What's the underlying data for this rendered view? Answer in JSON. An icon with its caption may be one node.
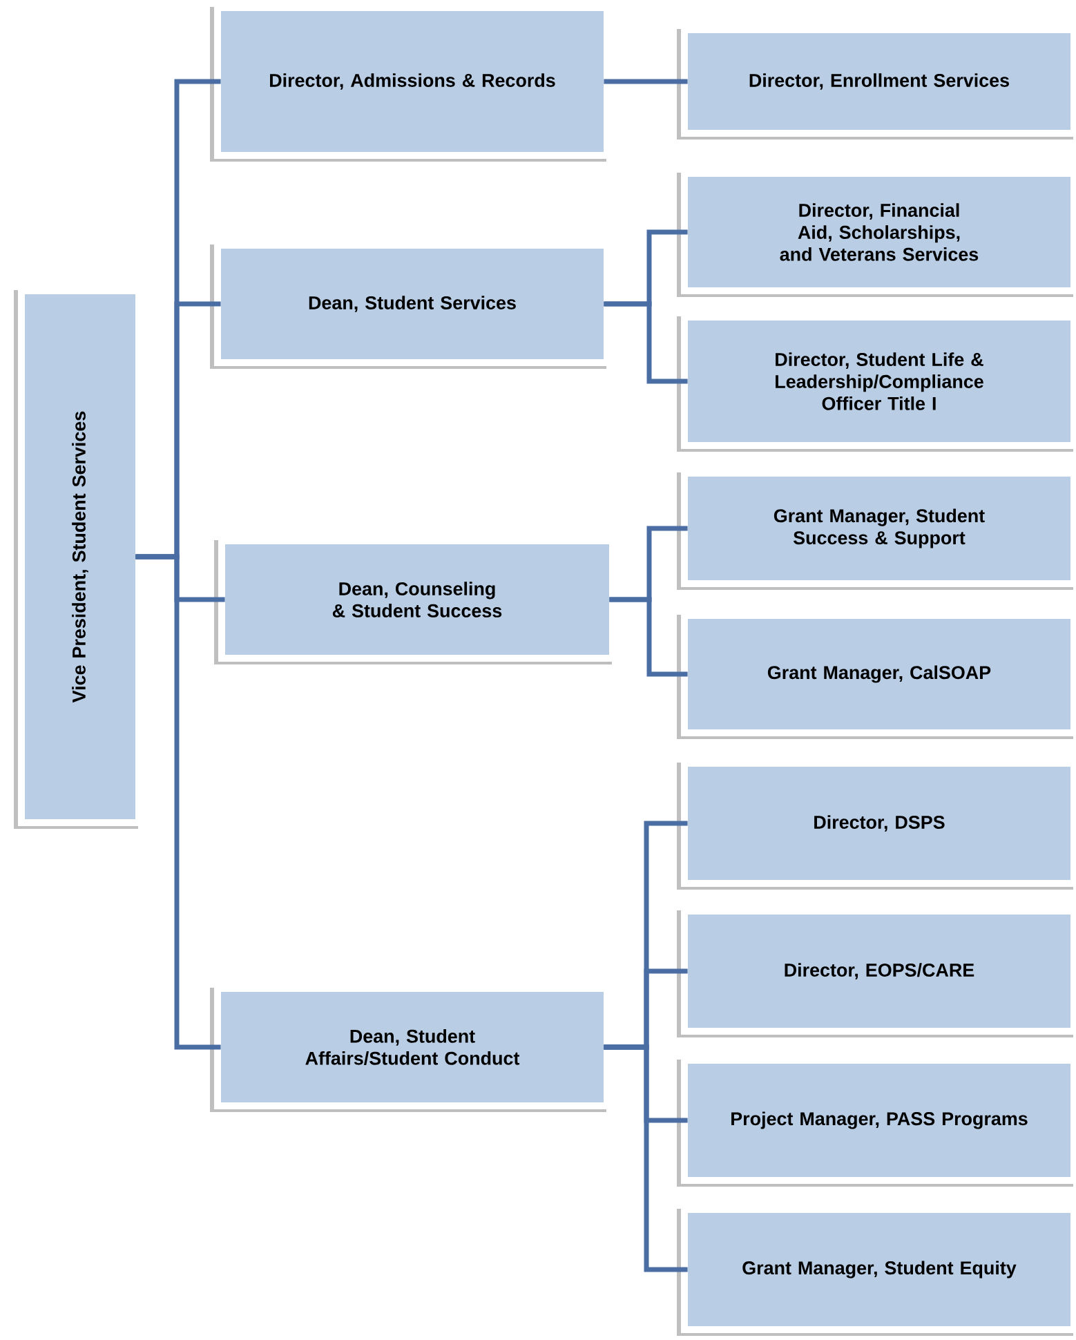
{
  "diagram": {
    "nodes": [
      {
        "text": [
          "Vice President, Student Services"
        ]
      },
      {
        "text": [
          "Director, Admissions & Records"
        ]
      },
      {
        "text": [
          "Dean, Student Services"
        ]
      },
      {
        "text": [
          "Dean, Counseling & Student Success"
        ]
      },
      {
        "text": [
          "Dean, Student Affairs/Student Conduct"
        ]
      },
      {
        "text": [
          "Director, Enrollment Services"
        ]
      },
      {
        "text": [
          "Director, Financial Aid, Scholarships, and Veterans Services"
        ]
      },
      {
        "text": [
          "Director, Student Life & Leadership/Compliance Officer Title I"
        ]
      },
      {
        "text": [
          "Grant Manager, Student Success & Support"
        ]
      },
      {
        "text": [
          "Grant Manager, CalSOAP"
        ]
      },
      {
        "text": [
          "Director, DSPS"
        ]
      },
      {
        "text": [
          "Director, EOPS/CARE"
        ]
      },
      {
        "text": [
          "Project Manager, PASS Programs"
        ]
      },
      {
        "text": [
          "Grant Manager, Student Equity"
        ]
      }
    ],
    "edges": [
      {
        "from": 0,
        "to": 1,
        "arrow": "none"
      },
      {
        "from": 0,
        "to": 2,
        "arrow": "none"
      },
      {
        "from": 0,
        "to": 3,
        "arrow": "none"
      },
      {
        "from": 0,
        "to": 4,
        "arrow": "none"
      },
      {
        "from": 1,
        "to": 5,
        "arrow": "none"
      },
      {
        "from": 2,
        "to": 6,
        "arrow": "none"
      },
      {
        "from": 2,
        "to": 7,
        "arrow": "none"
      },
      {
        "from": 3,
        "to": 8,
        "arrow": "none"
      },
      {
        "from": 3,
        "to": 9,
        "arrow": "none"
      },
      {
        "from": 4,
        "to": 10,
        "arrow": "none"
      },
      {
        "from": 4,
        "to": 11,
        "arrow": "none"
      },
      {
        "from": 4,
        "to": 12,
        "arrow": "none"
      },
      {
        "from": 4,
        "to": 13,
        "arrow": "none"
      }
    ]
  }
}
